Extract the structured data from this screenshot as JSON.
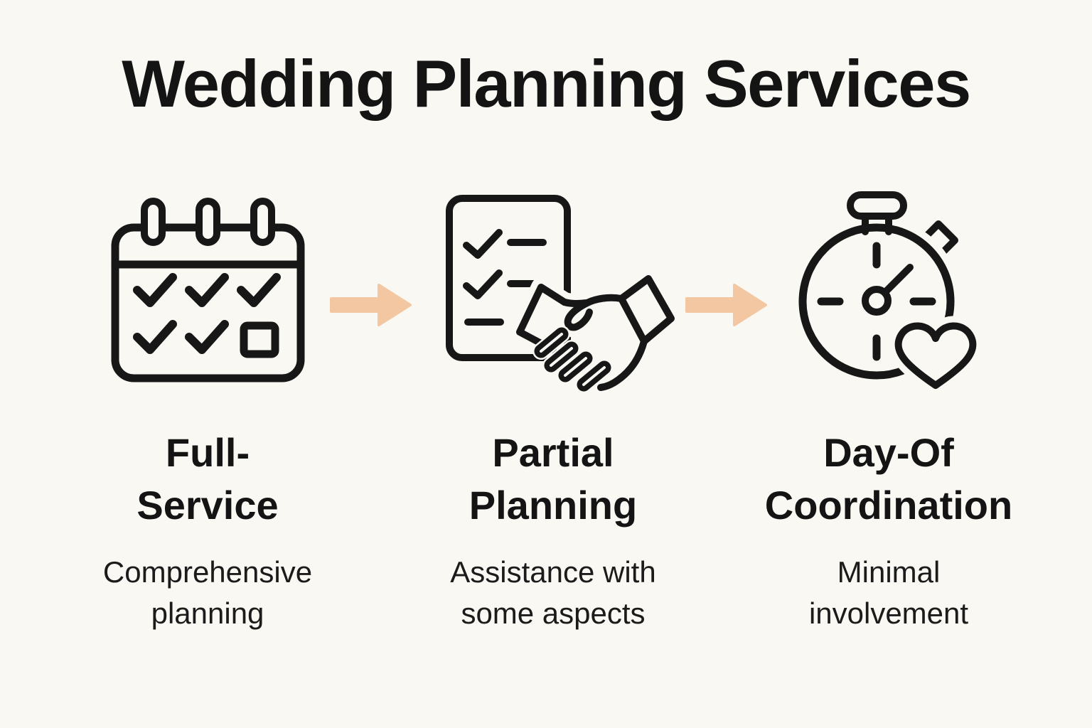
{
  "palette": {
    "background": "#faf8f2",
    "ink": "#171717",
    "arrow": "#f3c7a2"
  },
  "title": "Wedding Planning Services",
  "steps": [
    {
      "icon": "calendar-checklist-icon",
      "heading": "Full-Service",
      "description": "Comprehensive planning"
    },
    {
      "icon": "checklist-handshake-icon",
      "heading": "Partial Planning",
      "description": "Assistance with some aspects"
    },
    {
      "icon": "stopwatch-heart-icon",
      "heading": "Day-Of Coordination",
      "description": "Minimal involvement"
    }
  ],
  "arrows": [
    {
      "icon": "flow-arrow-icon",
      "direction": "right"
    },
    {
      "icon": "flow-arrow-icon",
      "direction": "right"
    }
  ]
}
